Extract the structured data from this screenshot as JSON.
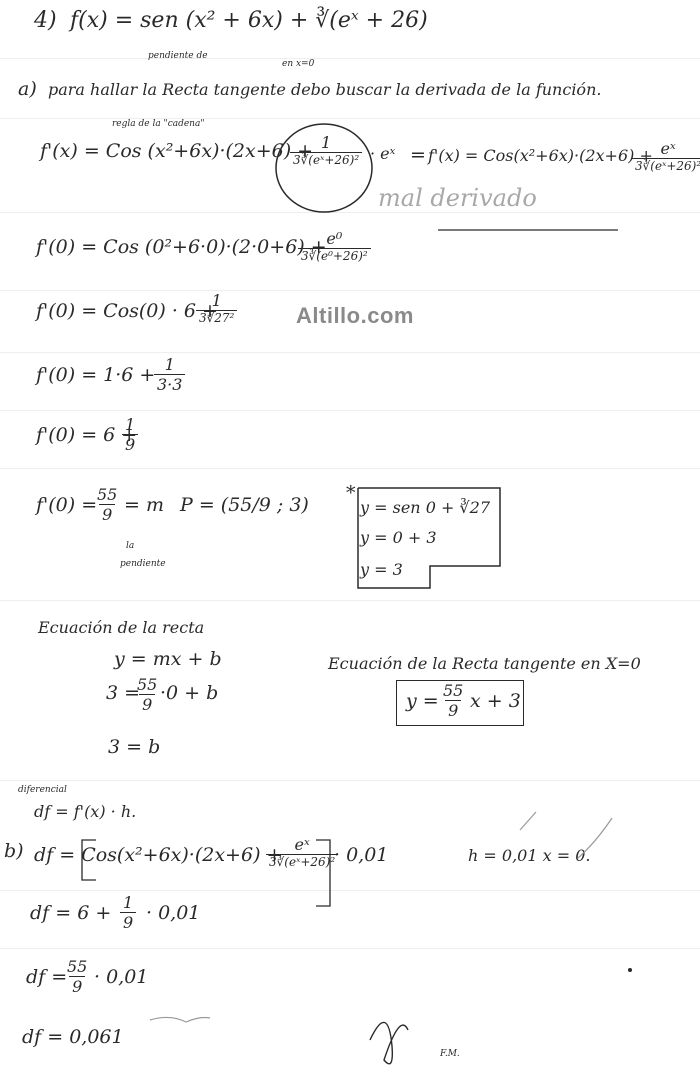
{
  "watermark": "Altillo.com",
  "problem": {
    "number": "4)",
    "function": "f(x) = sen (x² + 6x) + ∛(eˣ + 26)"
  },
  "part_a": {
    "label": "a)",
    "intro": "para hallar la Recta tangente debo buscar la derivada de la función.",
    "note_above_recta": "pendiente de",
    "note_above_debo": "en x=0",
    "chain_rule_note": "regla de la \"cadena\"",
    "derivative_lhs": "f'(x) = Cos (x²+6x)·(2x+6) +",
    "circled_frac_num": "1",
    "circled_frac_den": "3∛(eˣ+26)²",
    "times_ex": "· eˣ",
    "equals": "=",
    "derivative_rhs": "f'(x) = Cos(x²+6x)·(2x+6) +",
    "rhs_frac_num": "eˣ",
    "rhs_frac_den": "3∛(eˣ+26)²",
    "teacher_note": "mal derivado",
    "eval_1": "f'(0) = Cos (0²+6·0)·(2·0+6) +",
    "eval_1_num": "e⁰",
    "eval_1_den": "3∛(e⁰+26)²",
    "eval_2": "f'(0) = Cos(0) · 6 +",
    "eval_2_num": "1",
    "eval_2_den": "3∛27²",
    "eval_3": "f'(0) = 1·6 +",
    "eval_3_num": "1",
    "eval_3_den": "3·3",
    "eval_4": "f'(0) = 6 +",
    "eval_4_num": "1",
    "eval_4_den": "9",
    "eval_5_lhs": "f'(0) =",
    "eval_5_num": "55",
    "eval_5_den": "9",
    "eval_5_m": "= m",
    "point": "P = (55/9 ; 3)",
    "la_pendiente_1": "la",
    "la_pendiente_2": "pendiente",
    "asterisk": "*",
    "box_lines": [
      "y = sen 0 + ∛27",
      "y = 0 + 3",
      "y = 3"
    ],
    "ecuacion_label_short": "Ecuación de la recta",
    "ec_line_1": "y = mx + b",
    "ec_line_2_pre": "3 =",
    "ec_line_2_num": "55",
    "ec_line_2_den": "9",
    "ec_line_2_post": "·0 + b",
    "ec_line_3": "3 = b",
    "ecuacion_tangente_title": "Ecuación de la Recta tangente en X=0",
    "final_pre": "y =",
    "final_num": "55",
    "final_den": "9",
    "final_post": "x + 3"
  },
  "part_b": {
    "label": "b)",
    "diferencial_note": "diferencial",
    "df_def": "df = f'(x) · h.",
    "df_1_pre": "df = Cos(x²+6x)·(2x+6) +",
    "df_1_num": "eˣ",
    "df_1_den": "3∛(eˣ+26)²",
    "df_1_post": "· 0,01",
    "h_x": "h = 0,01   x = 0.",
    "df_2_pre": "df = 6 +",
    "df_2_num": "1",
    "df_2_den": "9",
    "df_2_post": "· 0,01",
    "df_3_pre": "df =",
    "df_3_num": "55",
    "df_3_den": "9",
    "df_3_post": "· 0,01",
    "df_4": "df = 0,061",
    "end": "F.M."
  }
}
